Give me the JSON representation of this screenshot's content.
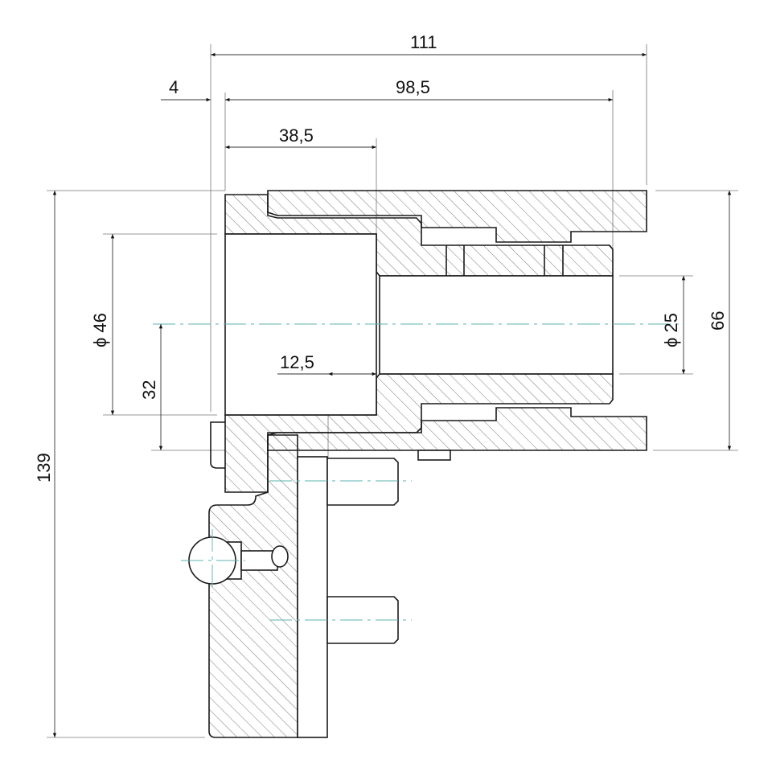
{
  "drawing": {
    "dimensions": {
      "overall_length": "111",
      "offset": "4",
      "body_length": "98,5",
      "bore_depth": "38,5",
      "shoulder": "12,5",
      "overall_height": "139",
      "bore_diameter": "ϕ 46",
      "center_height": "32",
      "small_bore_diameter": "ϕ 25",
      "body_height": "66"
    },
    "colors": {
      "line": "#1a1a1a",
      "centerline": "#5fb3b3",
      "background": "#ffffff"
    }
  }
}
